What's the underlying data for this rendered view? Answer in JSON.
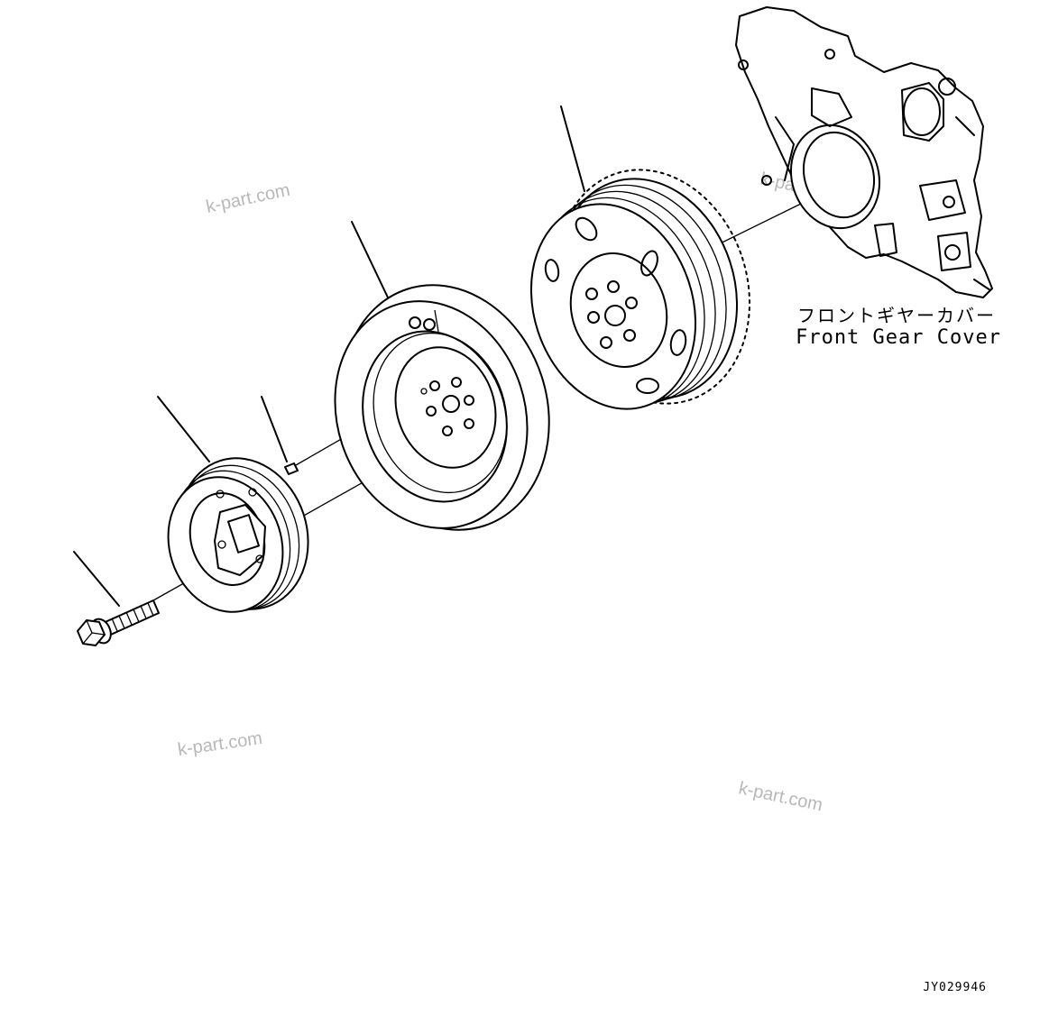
{
  "labels": {
    "front_gear_cover_jp": "フロントギヤーカバー",
    "front_gear_cover_en": "Front Gear Cover",
    "figure_code": "JY029946"
  },
  "watermarks": [
    "k-part.com",
    "k-part.com",
    "k-part.com",
    "k-part.com"
  ],
  "parts": [
    "bolt",
    "pulley",
    "dowel-pin",
    "damper",
    "gear-pulley",
    "front-gear-cover"
  ]
}
